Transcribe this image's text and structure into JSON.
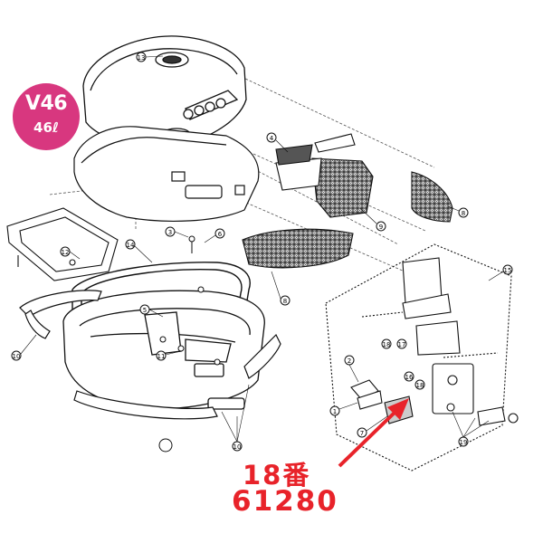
{
  "badge": {
    "model": "V46",
    "capacity": "46ℓ",
    "color": "#d8377f"
  },
  "annotation": {
    "label": "18番",
    "code": "61280",
    "color": "#e8232a"
  },
  "callouts": [
    {
      "number": "1"
    },
    {
      "number": "2"
    },
    {
      "number": "3"
    },
    {
      "number": "4"
    },
    {
      "number": "5"
    },
    {
      "number": "6"
    },
    {
      "number": "7"
    },
    {
      "number": "8"
    },
    {
      "number": "8"
    },
    {
      "number": "9"
    },
    {
      "number": "10"
    },
    {
      "number": "10"
    },
    {
      "number": "11"
    },
    {
      "number": "12"
    },
    {
      "number": "13"
    },
    {
      "number": "14"
    },
    {
      "number": "15"
    },
    {
      "number": "16"
    },
    {
      "number": "17"
    },
    {
      "number": "18"
    },
    {
      "number": "18"
    },
    {
      "number": "19"
    }
  ]
}
